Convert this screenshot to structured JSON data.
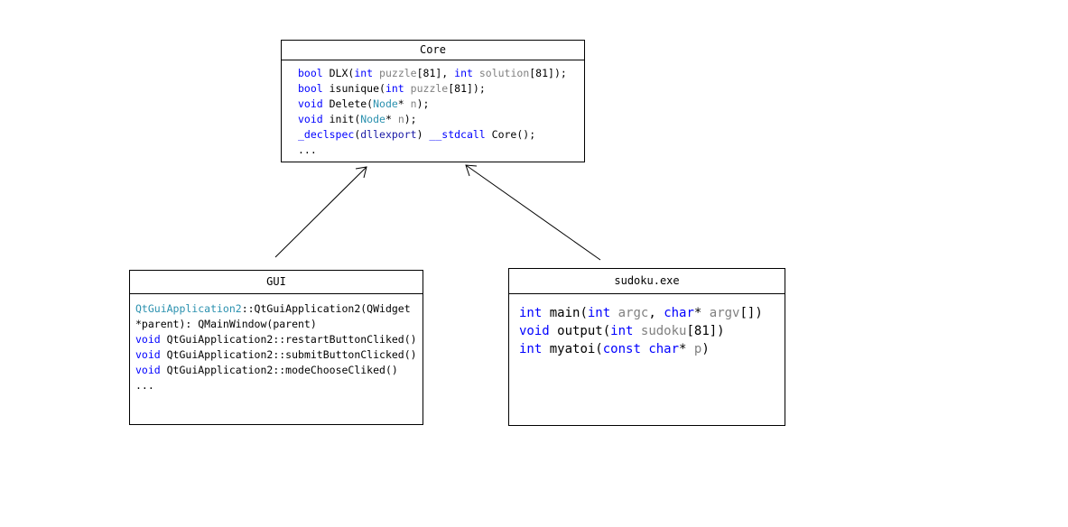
{
  "boxes": {
    "core": {
      "title": "Core",
      "lines": [
        [
          {
            "t": "bool",
            "c": "kw"
          },
          {
            "t": " DLX(",
            "c": "tx"
          },
          {
            "t": "int",
            "c": "kw"
          },
          {
            "t": " ",
            "c": "tx"
          },
          {
            "t": "puzzle",
            "c": "pm"
          },
          {
            "t": "[81], ",
            "c": "tx"
          },
          {
            "t": "int",
            "c": "kw"
          },
          {
            "t": " ",
            "c": "tx"
          },
          {
            "t": "solution",
            "c": "pm"
          },
          {
            "t": "[81]);",
            "c": "tx"
          }
        ],
        [
          {
            "t": "bool",
            "c": "kw"
          },
          {
            "t": " isunique(",
            "c": "tx"
          },
          {
            "t": "int",
            "c": "kw"
          },
          {
            "t": " ",
            "c": "tx"
          },
          {
            "t": "puzzle",
            "c": "pm"
          },
          {
            "t": "[81]);",
            "c": "tx"
          }
        ],
        [
          {
            "t": "void",
            "c": "kw"
          },
          {
            "t": " Delete(",
            "c": "tx"
          },
          {
            "t": "Node",
            "c": "ty"
          },
          {
            "t": "* ",
            "c": "tx"
          },
          {
            "t": "n",
            "c": "pm"
          },
          {
            "t": ");",
            "c": "tx"
          }
        ],
        [
          {
            "t": "void",
            "c": "kw"
          },
          {
            "t": " init(",
            "c": "tx"
          },
          {
            "t": "Node",
            "c": "ty"
          },
          {
            "t": "* ",
            "c": "tx"
          },
          {
            "t": "n",
            "c": "pm"
          },
          {
            "t": ");",
            "c": "tx"
          }
        ],
        [
          {
            "t": "_declspec",
            "c": "kw"
          },
          {
            "t": "(",
            "c": "tx"
          },
          {
            "t": "dllexport",
            "c": "kw2"
          },
          {
            "t": ") ",
            "c": "tx"
          },
          {
            "t": "__stdcall",
            "c": "kw"
          },
          {
            "t": " Core();",
            "c": "tx"
          }
        ],
        [
          {
            "t": "...",
            "c": "tx"
          }
        ]
      ]
    },
    "gui": {
      "title": "GUI",
      "lines": [
        [
          {
            "t": "QtGuiApplication2",
            "c": "ty"
          },
          {
            "t": "::QtGuiApplication2(QWidget",
            "c": "tx"
          }
        ],
        [
          {
            "t": "*parent): QMainWindow(parent)",
            "c": "tx"
          }
        ],
        [
          {
            "t": "void",
            "c": "kw"
          },
          {
            "t": " QtGuiApplication2::restartButtonCliked()",
            "c": "tx"
          }
        ],
        [
          {
            "t": "void",
            "c": "kw"
          },
          {
            "t": " QtGuiApplication2::submitButtonClicked()",
            "c": "tx"
          }
        ],
        [
          {
            "t": "void",
            "c": "kw"
          },
          {
            "t": " QtGuiApplication2::modeChooseCliked()",
            "c": "tx"
          }
        ],
        [
          {
            "t": "...",
            "c": "tx"
          }
        ]
      ]
    },
    "sudoku": {
      "title": "sudoku.exe",
      "lines": [
        [
          {
            "t": "int",
            "c": "kw"
          },
          {
            "t": " main(",
            "c": "tx"
          },
          {
            "t": "int",
            "c": "kw"
          },
          {
            "t": " ",
            "c": "tx"
          },
          {
            "t": "argc",
            "c": "pm"
          },
          {
            "t": ", ",
            "c": "tx"
          },
          {
            "t": "char",
            "c": "kw"
          },
          {
            "t": "* ",
            "c": "tx"
          },
          {
            "t": "argv",
            "c": "pm"
          },
          {
            "t": "[])",
            "c": "tx"
          }
        ],
        [
          {
            "t": "void",
            "c": "kw"
          },
          {
            "t": " output(",
            "c": "tx"
          },
          {
            "t": "int",
            "c": "kw"
          },
          {
            "t": " ",
            "c": "tx"
          },
          {
            "t": "sudoku",
            "c": "pm"
          },
          {
            "t": "[81])",
            "c": "tx"
          }
        ],
        [
          {
            "t": "int",
            "c": "kw"
          },
          {
            "t": " myatoi(",
            "c": "tx"
          },
          {
            "t": "const",
            "c": "kw"
          },
          {
            "t": " ",
            "c": "tx"
          },
          {
            "t": "char",
            "c": "kw"
          },
          {
            "t": "* ",
            "c": "tx"
          },
          {
            "t": "p",
            "c": "pm"
          },
          {
            "t": ")",
            "c": "tx"
          }
        ]
      ]
    }
  },
  "edges": [
    {
      "from": "gui",
      "to": "core",
      "kind": "dependency-open-arrow"
    },
    {
      "from": "sudoku",
      "to": "core",
      "kind": "dependency-open-arrow"
    }
  ],
  "colors": {
    "keyword": "#0000ff",
    "keyword_alt": "#1a1aa6",
    "type": "#2b91af",
    "parameter": "#808080",
    "text": "#000000",
    "border": "#000000"
  }
}
